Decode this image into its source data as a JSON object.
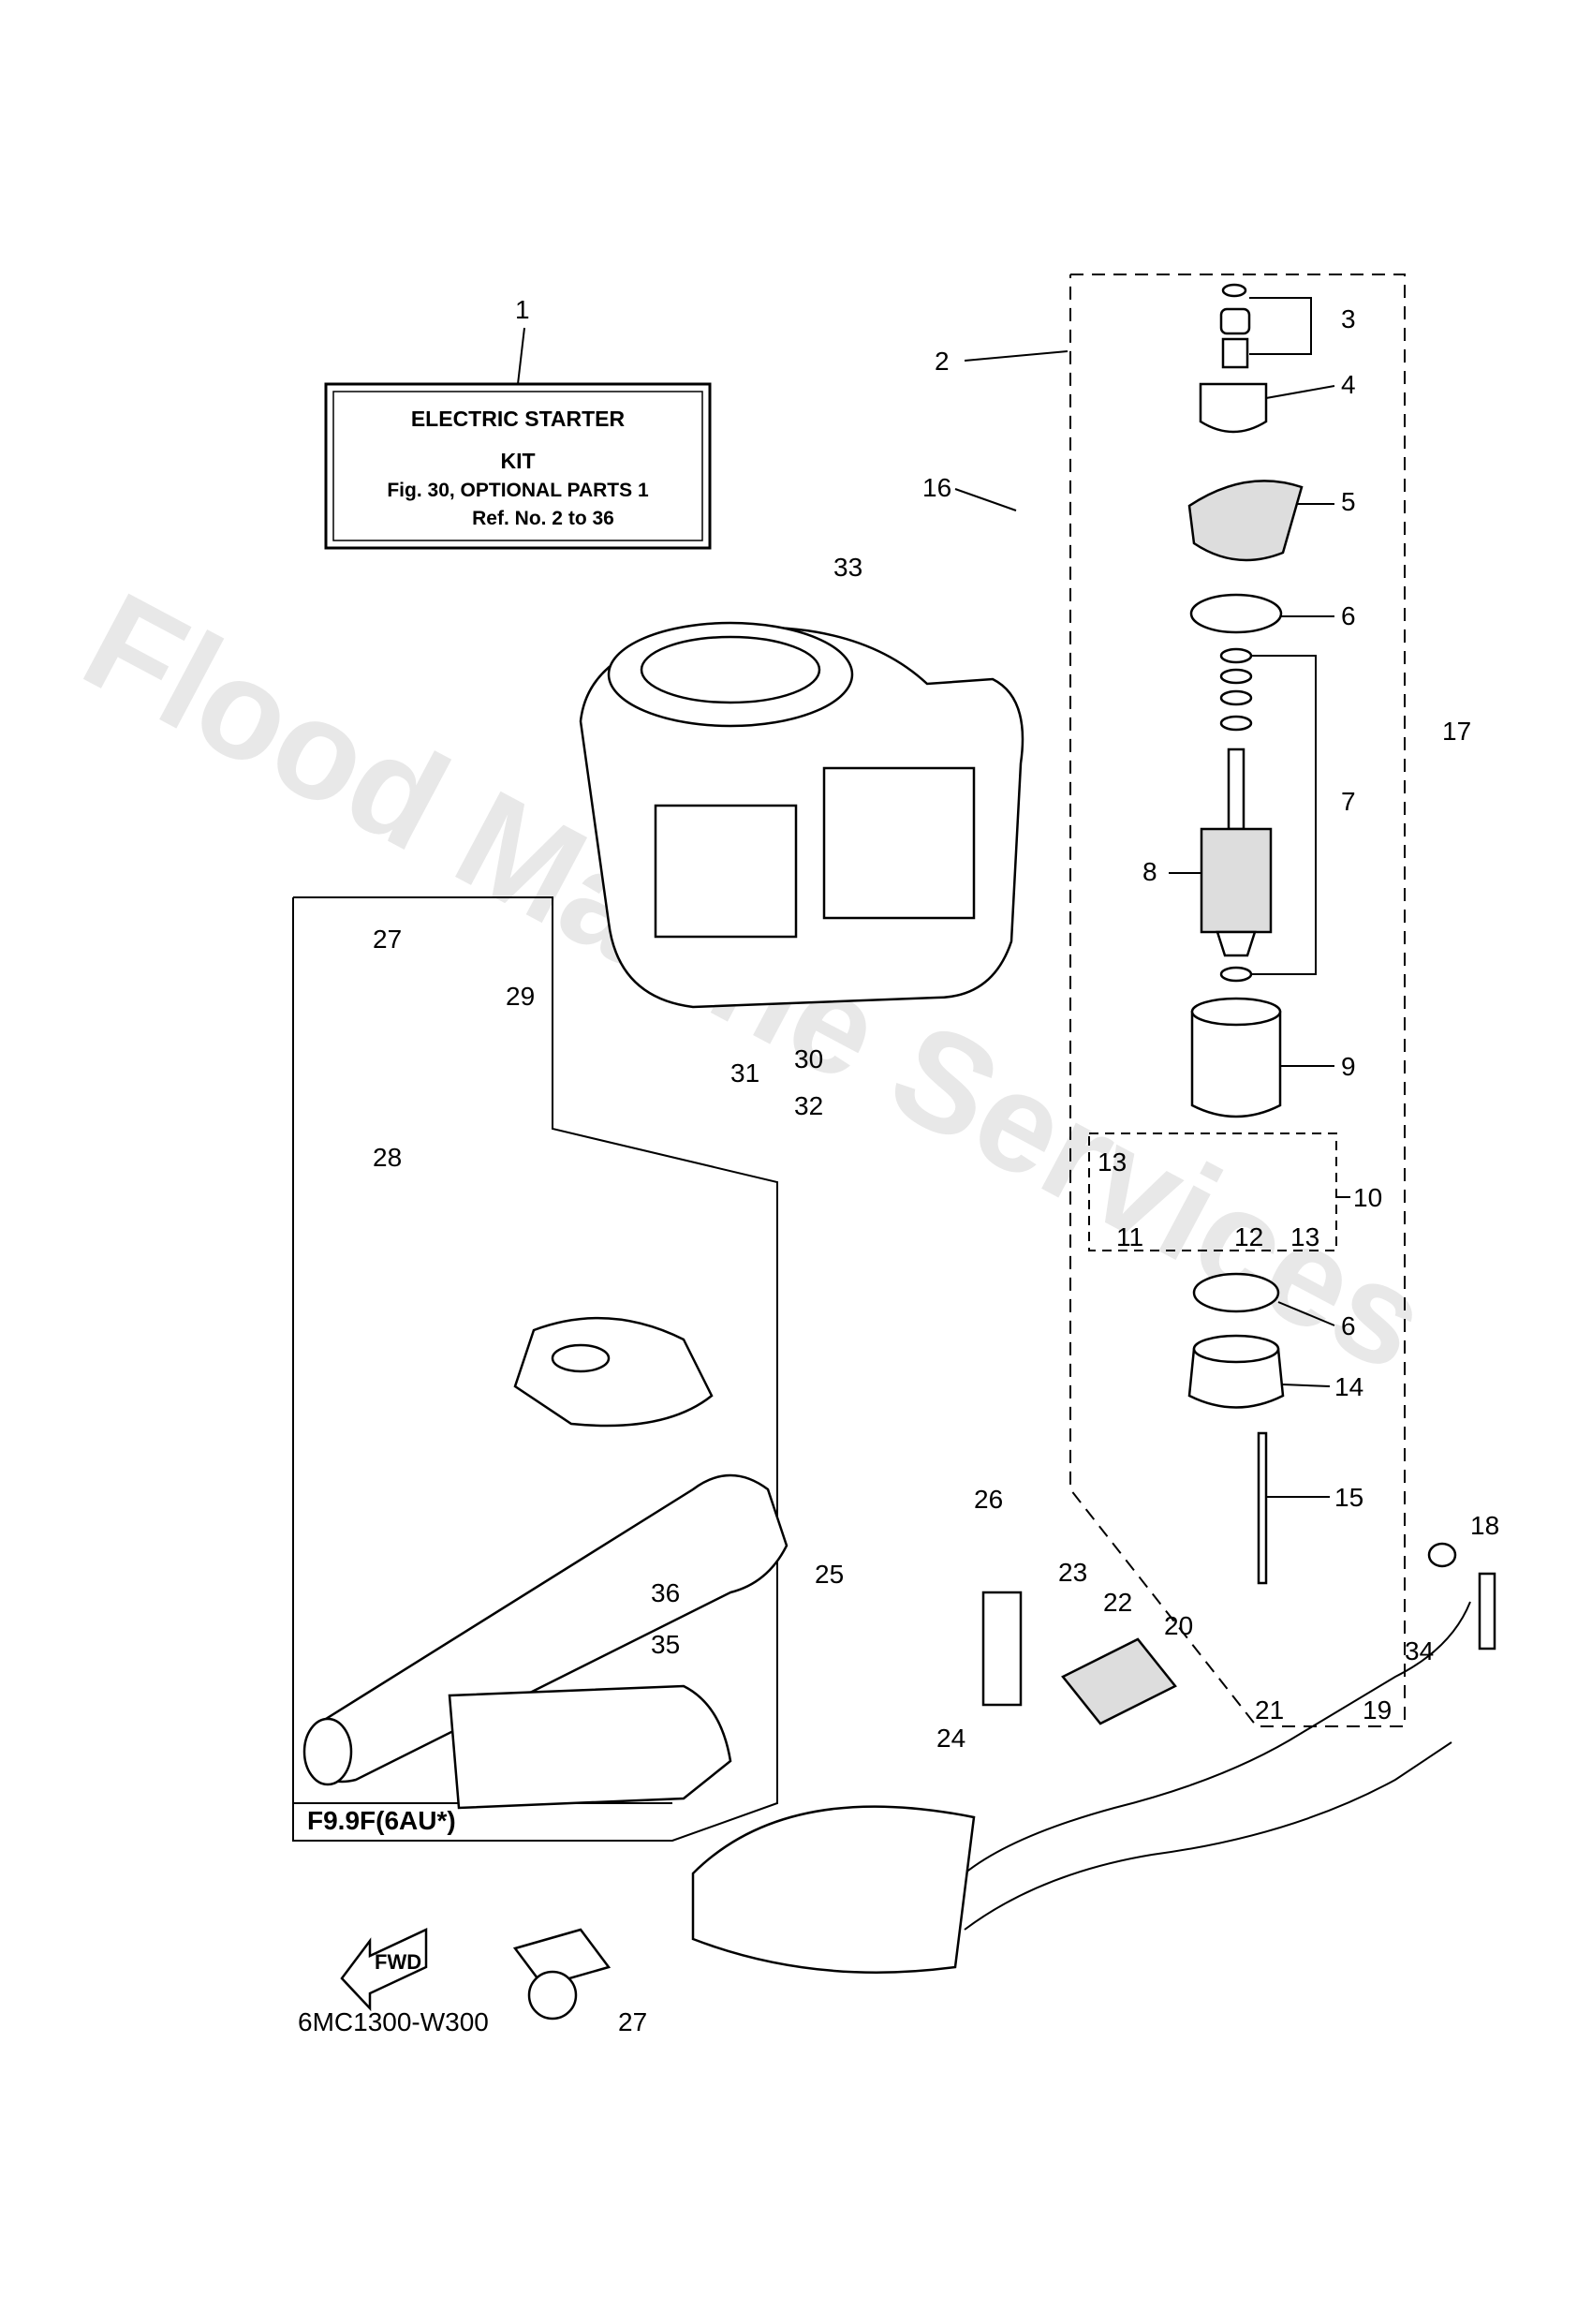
{
  "watermark": "Flood Marine Services",
  "kit_box": {
    "line1": "ELECTRIC  STARTER",
    "line2": "KIT",
    "line3": "Fig. 30, OPTIONAL PARTS 1",
    "line4": "Ref. No. 2 to 36"
  },
  "model_label": "F9.9F(6AU*)",
  "fwd_label": "FWD",
  "diagram_code": "6MC1300-W300",
  "callouts": {
    "c1": "1",
    "c2": "2",
    "c3": "3",
    "c4": "4",
    "c5": "5",
    "c6a": "6",
    "c6b": "6",
    "c7": "7",
    "c8": "8",
    "c9": "9",
    "c10": "10",
    "c11": "11",
    "c12": "12",
    "c13a": "13",
    "c13b": "13",
    "c14": "14",
    "c15": "15",
    "c16": "16",
    "c17": "17",
    "c18": "18",
    "c19": "19",
    "c20": "20",
    "c21": "21",
    "c22": "22",
    "c23": "23",
    "c24": "24",
    "c25": "25",
    "c26": "26",
    "c27a": "27",
    "c27b": "27",
    "c28": "28",
    "c29": "29",
    "c30": "30",
    "c31": "31",
    "c32": "32",
    "c33": "33",
    "c34": "34",
    "c35": "35",
    "c36": "36"
  }
}
